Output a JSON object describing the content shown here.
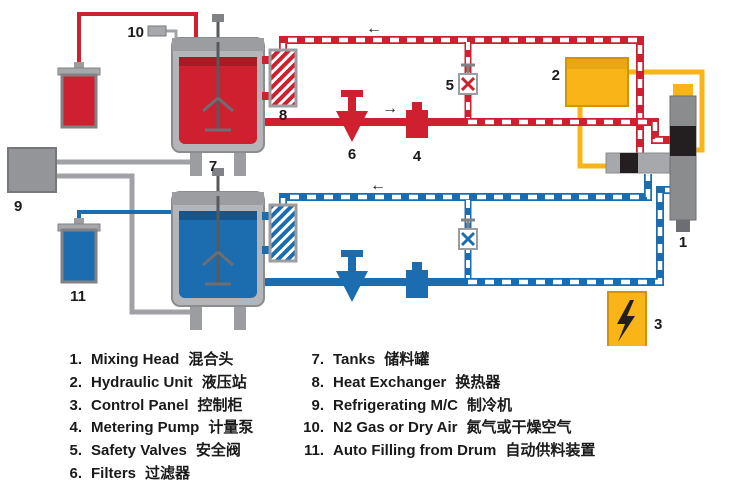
{
  "diagram": {
    "callouts": {
      "mixing_head": "1",
      "hydraulic_unit": "2",
      "control_panel": "3",
      "metering_pump": "4",
      "safety_valve": "5",
      "filter": "6",
      "tank": "7",
      "heat_exchanger": "8",
      "refrigerating_mc": "9",
      "n2_gas": "10",
      "auto_filling": "11"
    },
    "arrows": {
      "left": "←",
      "right": "→"
    },
    "colors": {
      "poly_red": "#cf2030",
      "iso_blue": "#1b6db0",
      "hydraulic_yellow": "#f9b418",
      "equipment_gray": "#a6a8ab",
      "line_black": "#231f20"
    }
  },
  "legend": {
    "left": [
      {
        "num": "1.",
        "en": "Mixing Head",
        "zh": "混合头"
      },
      {
        "num": "2.",
        "en": "Hydraulic Unit",
        "zh": "液压站"
      },
      {
        "num": "3.",
        "en": "Control Panel",
        "zh": "控制柜"
      },
      {
        "num": "4.",
        "en": "Metering Pump",
        "zh": "计量泵"
      },
      {
        "num": "5.",
        "en": "Safety Valves",
        "zh": "安全阀"
      },
      {
        "num": "6.",
        "en": "Filters",
        "zh": "过滤器"
      }
    ],
    "right": [
      {
        "num": "7.",
        "en": "Tanks",
        "zh": "储料罐"
      },
      {
        "num": "8.",
        "en": "Heat Exchanger",
        "zh": "换热器"
      },
      {
        "num": "9.",
        "en": "Refrigerating M/C",
        "zh": "制冷机"
      },
      {
        "num": "10.",
        "en": "N2 Gas or Dry Air",
        "zh": "氮气或干燥空气"
      },
      {
        "num": "11.",
        "en": "Auto Filling from Drum",
        "zh": "自动供料装置"
      }
    ]
  }
}
